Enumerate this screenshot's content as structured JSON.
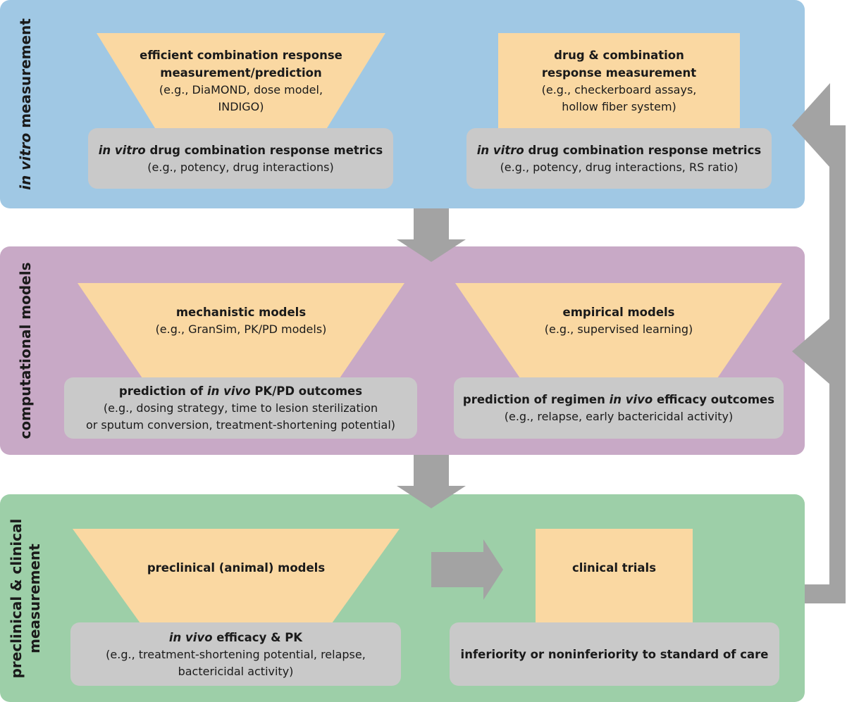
{
  "panels": {
    "in_vitro": {
      "side_label_em": "in vitro",
      "side_label_rest": " measurement",
      "left_method": {
        "title_line1": "efficient combination response",
        "title_line2": "measurement/prediction",
        "example_line1": "(e.g., DiaMOND, dose model,",
        "example_line2": "INDIGO)"
      },
      "left_metrics": {
        "title_em": "in vitro",
        "title_rest": " drug combination response metrics",
        "example": "(e.g., potency, drug interactions)"
      },
      "right_method": {
        "title_line1": "drug & combination",
        "title_line2": "response measurement",
        "example_line1": "(e.g., checkerboard assays,",
        "example_line2": "hollow fiber system)"
      },
      "right_metrics": {
        "title_em": "in vitro",
        "title_rest": " drug combination response metrics",
        "example": "(e.g.,  potency, drug interactions, RS ratio)"
      }
    },
    "computational": {
      "side_label": "computational models",
      "left_method": {
        "title": "mechanistic models",
        "example": "(e.g., GranSim, PK/PD models)"
      },
      "left_output": {
        "title_pre": "prediction of ",
        "title_em": "in vivo",
        "title_post": " PK/PD outcomes",
        "example_line1": "(e.g., dosing strategy, time to lesion sterilization",
        "example_line2": "or sputum conversion, treatment-shortening potential)"
      },
      "right_method": {
        "title": "empirical models",
        "example": "(e.g., supervised learning)"
      },
      "right_output": {
        "title_pre": "prediction of regimen ",
        "title_em": "in vivo",
        "title_post": " efficacy outcomes",
        "example": "(e.g., relapse, early bactericidal activity)"
      }
    },
    "clinical": {
      "side_label_line1": "preclinical & clinical",
      "side_label_line2": "measurement",
      "left_method": {
        "title": "preclinical (animal) models"
      },
      "left_output": {
        "title_em": "in vivo",
        "title_rest": " efficacy & PK",
        "example_line1": "(e.g., treatment-shortening potential, relapse,",
        "example_line2": "bactericidal activity)"
      },
      "right_method": {
        "title": "clinical trials"
      },
      "right_output": {
        "title": "inferiority or noninferiority to standard of care"
      }
    }
  },
  "colors": {
    "in_vitro_bg": "#a0c8e4",
    "computational_bg": "#c8a9c6",
    "clinical_bg": "#9dcfa8",
    "method_fill": "#fad8a2",
    "output_fill": "#c9c9c9",
    "arrow": "#a3a3a3"
  }
}
